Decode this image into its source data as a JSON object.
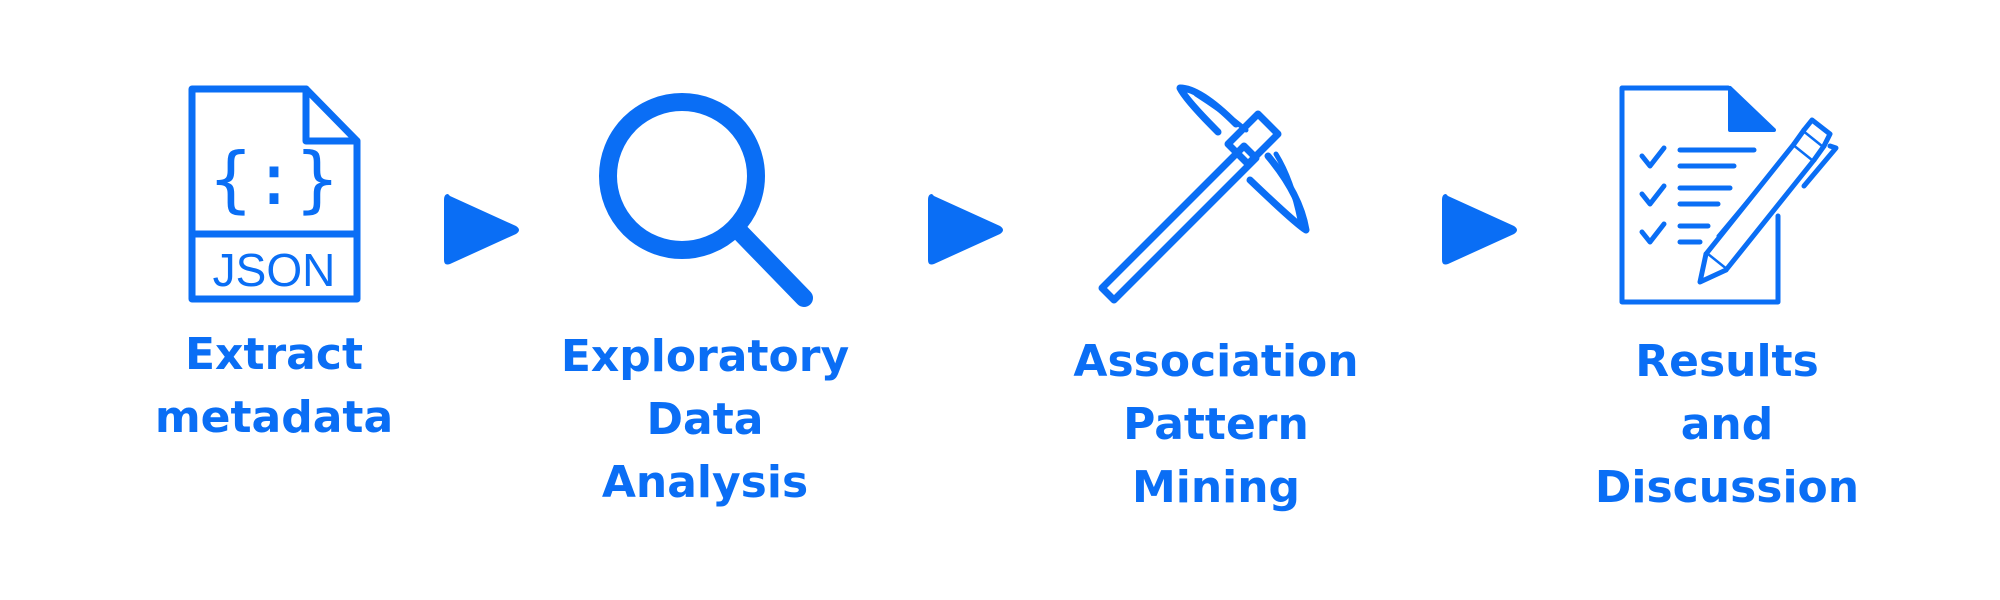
{
  "colors": {
    "accent": "#0A6EF5",
    "background": "#FFFFFF"
  },
  "steps": [
    {
      "icon": "json-file-icon",
      "icon_text": "JSON",
      "icon_braces": "{:}",
      "label_lines": [
        "Extract",
        "metadata"
      ]
    },
    {
      "icon": "magnifying-glass-icon",
      "label_lines": [
        "Exploratory",
        "Data",
        "Analysis"
      ]
    },
    {
      "icon": "pickaxe-icon",
      "label_lines": [
        "Association",
        "Pattern",
        "Mining"
      ]
    },
    {
      "icon": "checklist-pen-icon",
      "label_lines": [
        "Results",
        "and",
        "Discussion"
      ]
    }
  ],
  "arrows": [
    {
      "icon": "play-arrow-icon"
    },
    {
      "icon": "play-arrow-icon"
    },
    {
      "icon": "play-arrow-icon"
    }
  ]
}
